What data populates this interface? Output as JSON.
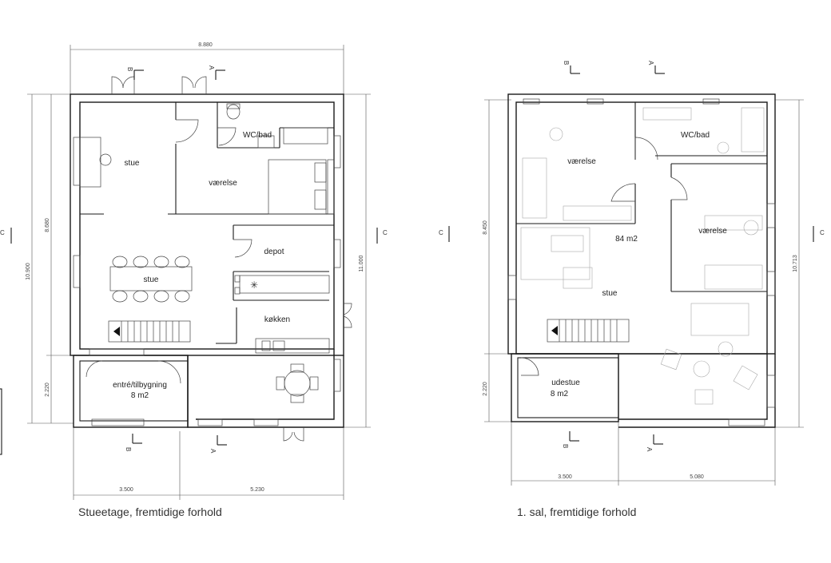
{
  "ground_floor": {
    "title": "Stueetage, fremtidige forhold",
    "rooms": {
      "stue_top": "stue",
      "wc": "WC/bad",
      "vaerelse": "værelse",
      "depot": "depot",
      "stue_mid": "stue",
      "kokken": "køkken",
      "entre": "entré/tilbygning",
      "entre_area": "8 m2"
    },
    "dims": {
      "top": "8.880",
      "left_total": "10.900",
      "left_main": "8.680",
      "left_ext": "2.220",
      "right": "11.000",
      "bottom_left": "3.500",
      "bottom_right": "5.230"
    },
    "section_marks": {
      "a": "A",
      "b": "B",
      "c": "C"
    }
  },
  "first_floor": {
    "title": "1. sal, fremtidige forhold",
    "rooms": {
      "vaerelse_left": "værelse",
      "wc": "WC/bad",
      "vaerelse_right": "værelse",
      "area": "84 m2",
      "stue": "stue",
      "udestue": "udestue",
      "udestue_area": "8 m2"
    },
    "dims": {
      "left_main": "8.450",
      "left_ext": "2.220",
      "right": "10.713",
      "bottom_left": "3.500",
      "bottom_right": "5.080"
    },
    "section_marks": {
      "a": "A",
      "b": "B",
      "c": "C"
    }
  }
}
